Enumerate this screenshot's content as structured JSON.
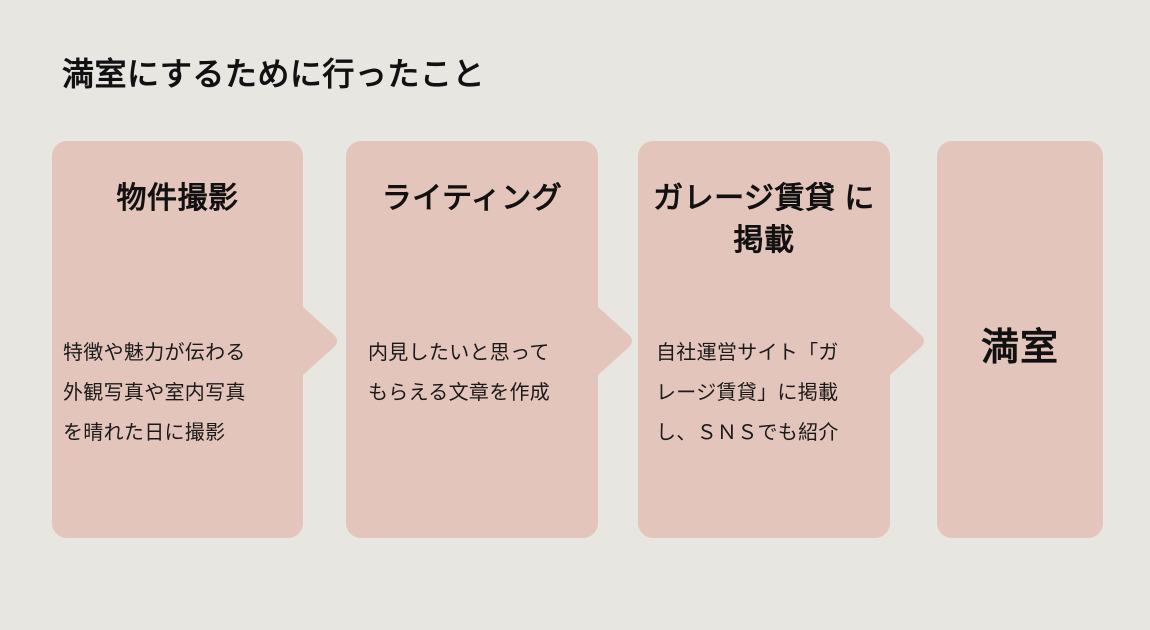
{
  "title": "満室にするために行ったこと",
  "colors": {
    "background": "#e8e6e1",
    "card": "#e4c5bb",
    "text": "#111111"
  },
  "steps": [
    {
      "heading": "物件撮影",
      "body_lines": [
        "特徴や魅力が伝わる",
        "外観写真や室内写真",
        "を晴れた日に撮影"
      ],
      "has_arrow": true
    },
    {
      "heading": "ライティング",
      "body_lines": [
        "内見したいと思って",
        "もらえる文章を作成"
      ],
      "has_arrow": true
    },
    {
      "heading": "ガレージ賃貸\nに掲載",
      "heading_lines": [
        "ガレージ賃貸",
        "に掲載"
      ],
      "body_lines": [
        "自社運営サイト「ガ",
        "レージ賃貸」に掲載",
        "し、ＳＮＳでも紹介"
      ],
      "has_arrow": true
    }
  ],
  "result": {
    "label": "満室",
    "has_arrow": false
  }
}
